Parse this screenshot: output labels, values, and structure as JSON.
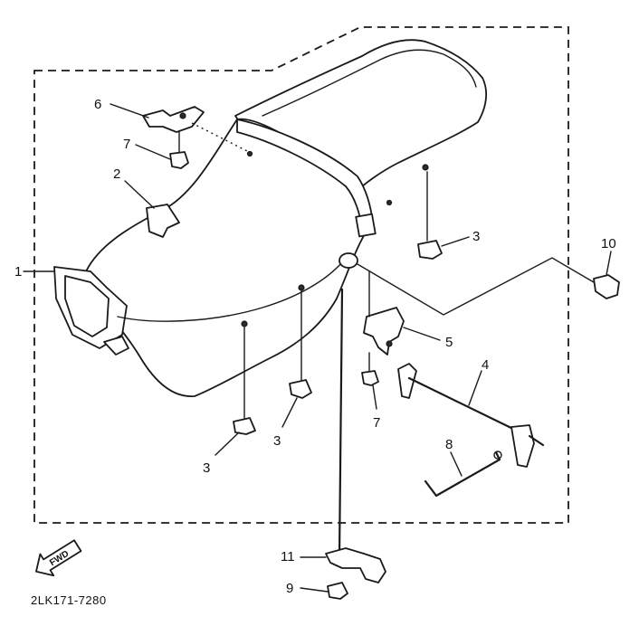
{
  "diagram": {
    "drawing_code": "2LK171-7280",
    "fwd_arrow_label": "FWD",
    "callouts": {
      "c1": "1",
      "c2": "2",
      "c3a": "3",
      "c3b": "3",
      "c3c": "3",
      "c4": "4",
      "c5": "5",
      "c6": "6",
      "c7a": "7",
      "c7b": "7",
      "c8": "8",
      "c9": "9",
      "c10": "10",
      "c11": "11"
    }
  },
  "colors": {
    "ink": "#1a1a1a",
    "paper": "#ffffff"
  },
  "icons": {
    "fwd": "forward-direction-arrow-icon"
  }
}
